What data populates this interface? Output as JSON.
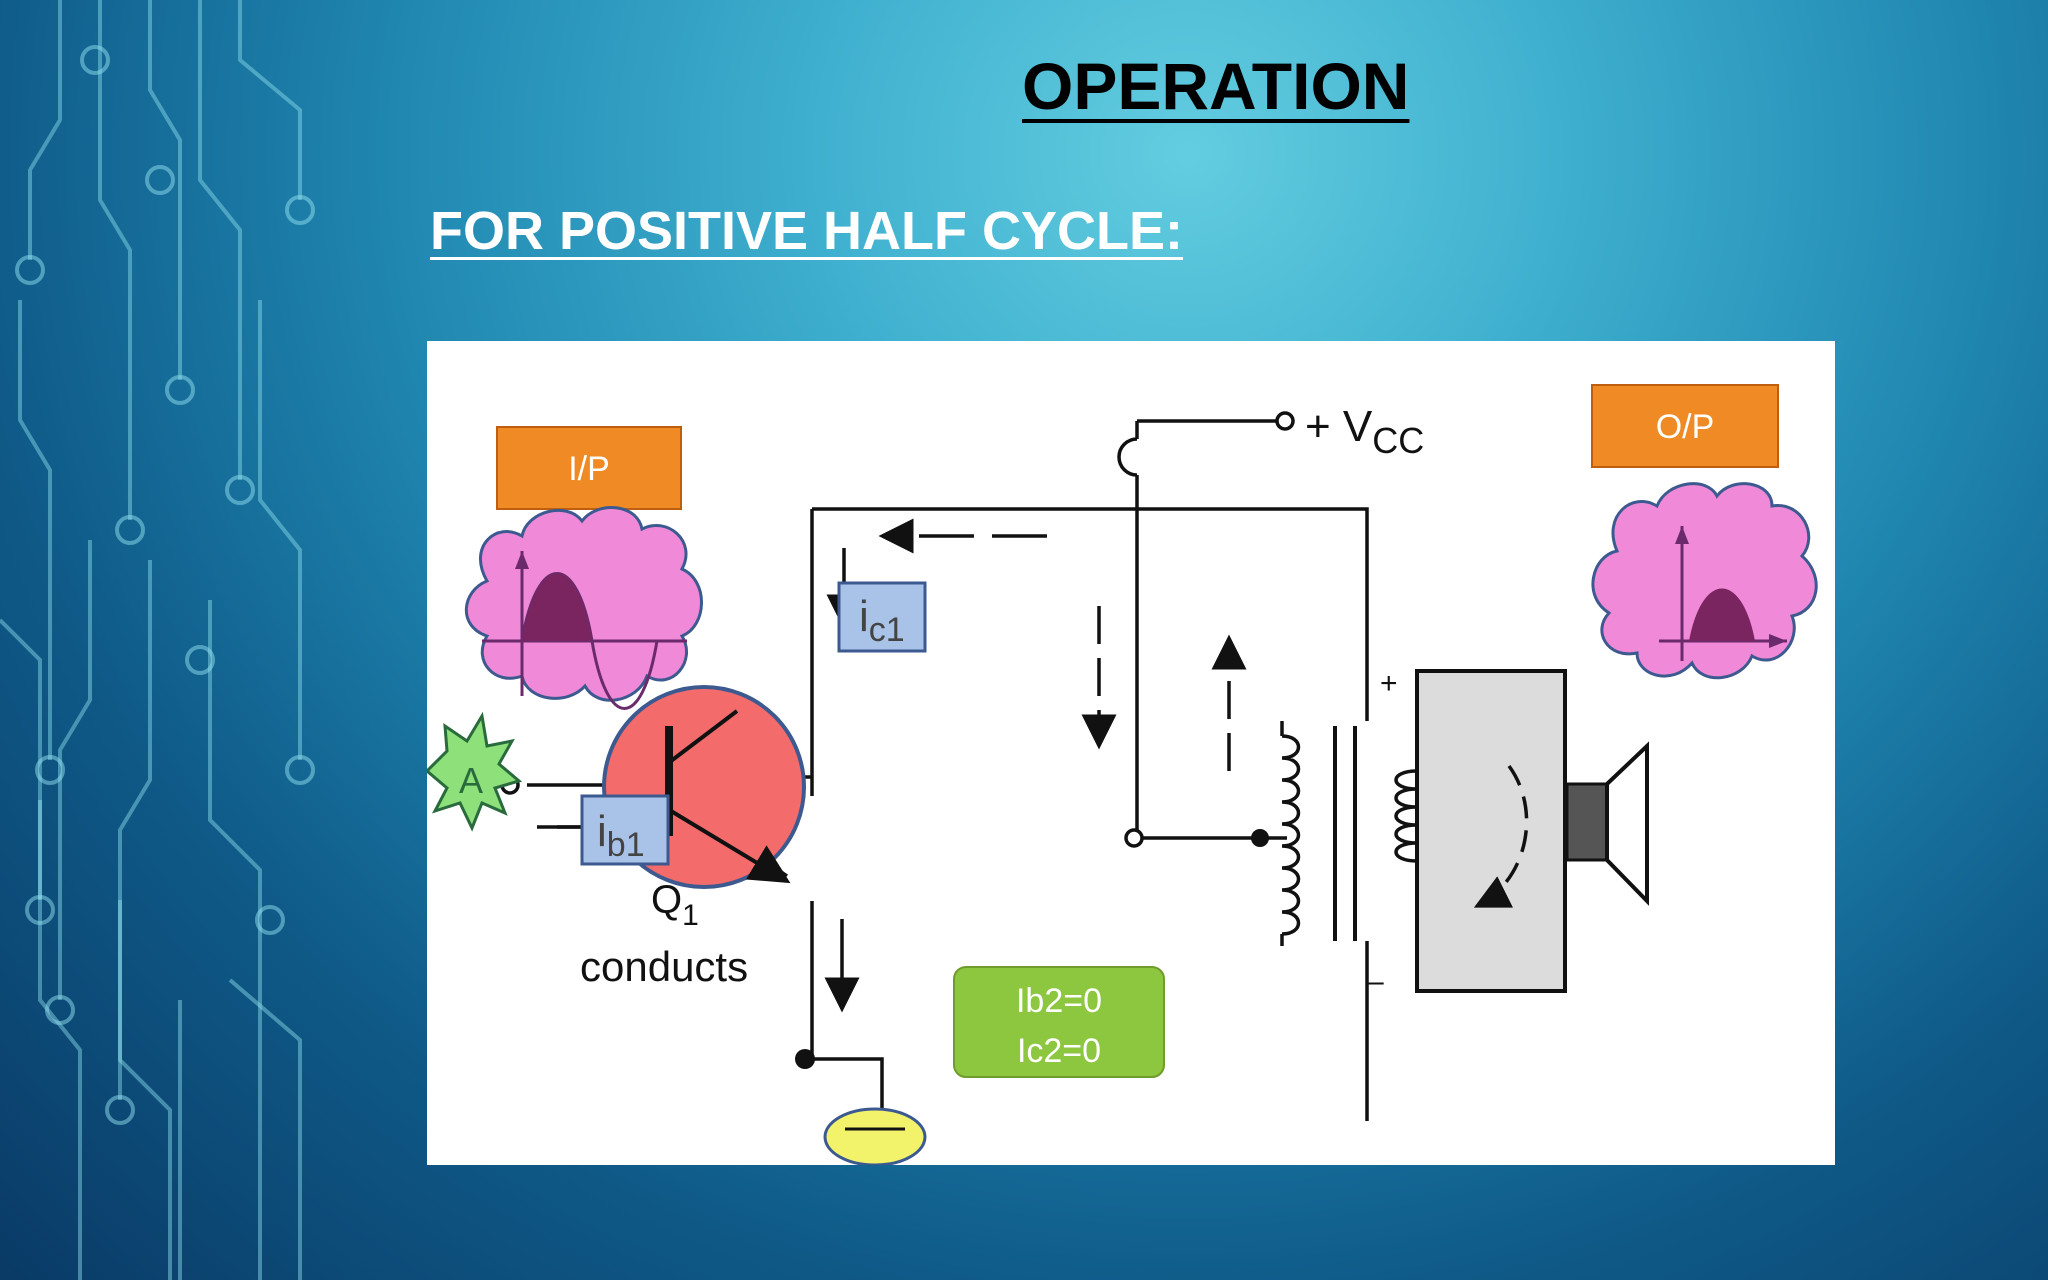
{
  "slide": {
    "title": "OPERATION",
    "subtitle": "FOR POSITIVE HALF CYCLE:"
  },
  "diagram": {
    "input_label": "I/P",
    "output_label": "O/P",
    "vcc_prefix": "+ V",
    "vcc_sub": "CC",
    "ic1_main": "i",
    "ic1_sub": "c1",
    "ib1_main": "i",
    "ib1_sub": "b1",
    "node_a": "A",
    "q1_main": "Q",
    "q1_sub": "1",
    "q1_state": "conducts",
    "q2_state_lines": [
      "Ib2=0",
      "Ic2=0"
    ],
    "plus_sign": "+",
    "minus_sign": "–"
  },
  "colors": {
    "accent_orange": "#f08a24",
    "transistor_highlight": "#f36b6b",
    "label_box_blue": "#a9c2e8",
    "green_box": "#8dc63f",
    "wave_cloud": "#f08ad8",
    "ground_highlight": "#f3f36b"
  }
}
